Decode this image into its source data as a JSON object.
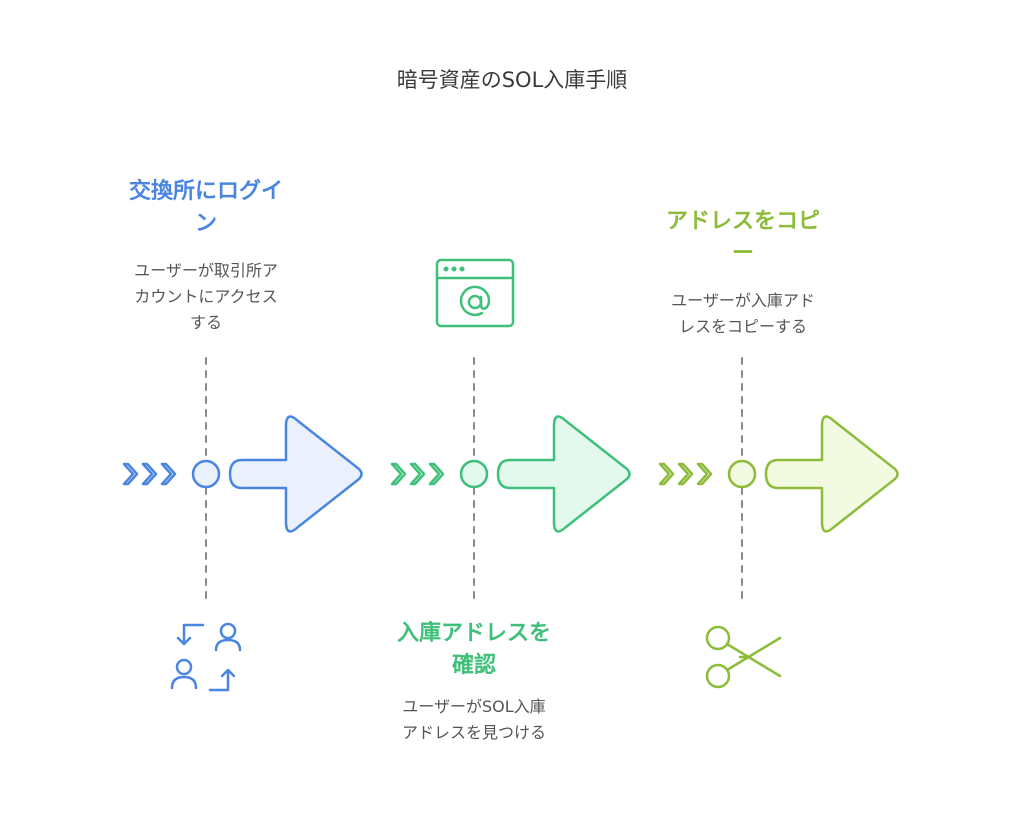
{
  "title": "暗号資産のSOL入庫手順",
  "colors": {
    "blue": "#4a86e0",
    "blue_fill": "#eaf1fd",
    "green": "#3fc07a",
    "green_fill": "#e3f9ee",
    "lime": "#8cbc3a",
    "lime_fill": "#f2fbe2",
    "dash": "#8a8a8a"
  },
  "steps": [
    {
      "title_lines": [
        "交換所にログイ",
        "ン"
      ],
      "desc_lines": [
        "ユーザーが取引所ア",
        "カウントにアクセス",
        "する"
      ],
      "icon": "exchange-users-icon"
    },
    {
      "title_lines": [
        "入庫アドレスを",
        "確認"
      ],
      "desc_lines": [
        "ユーザーがSOL入庫",
        "アドレスを見つける"
      ],
      "icon": "browser-at-icon"
    },
    {
      "title_lines": [
        "アドレスをコピ",
        "ー"
      ],
      "desc_lines": [
        "ユーザーが入庫アド",
        "レスをコピーする"
      ],
      "icon": "scissors-icon"
    }
  ]
}
